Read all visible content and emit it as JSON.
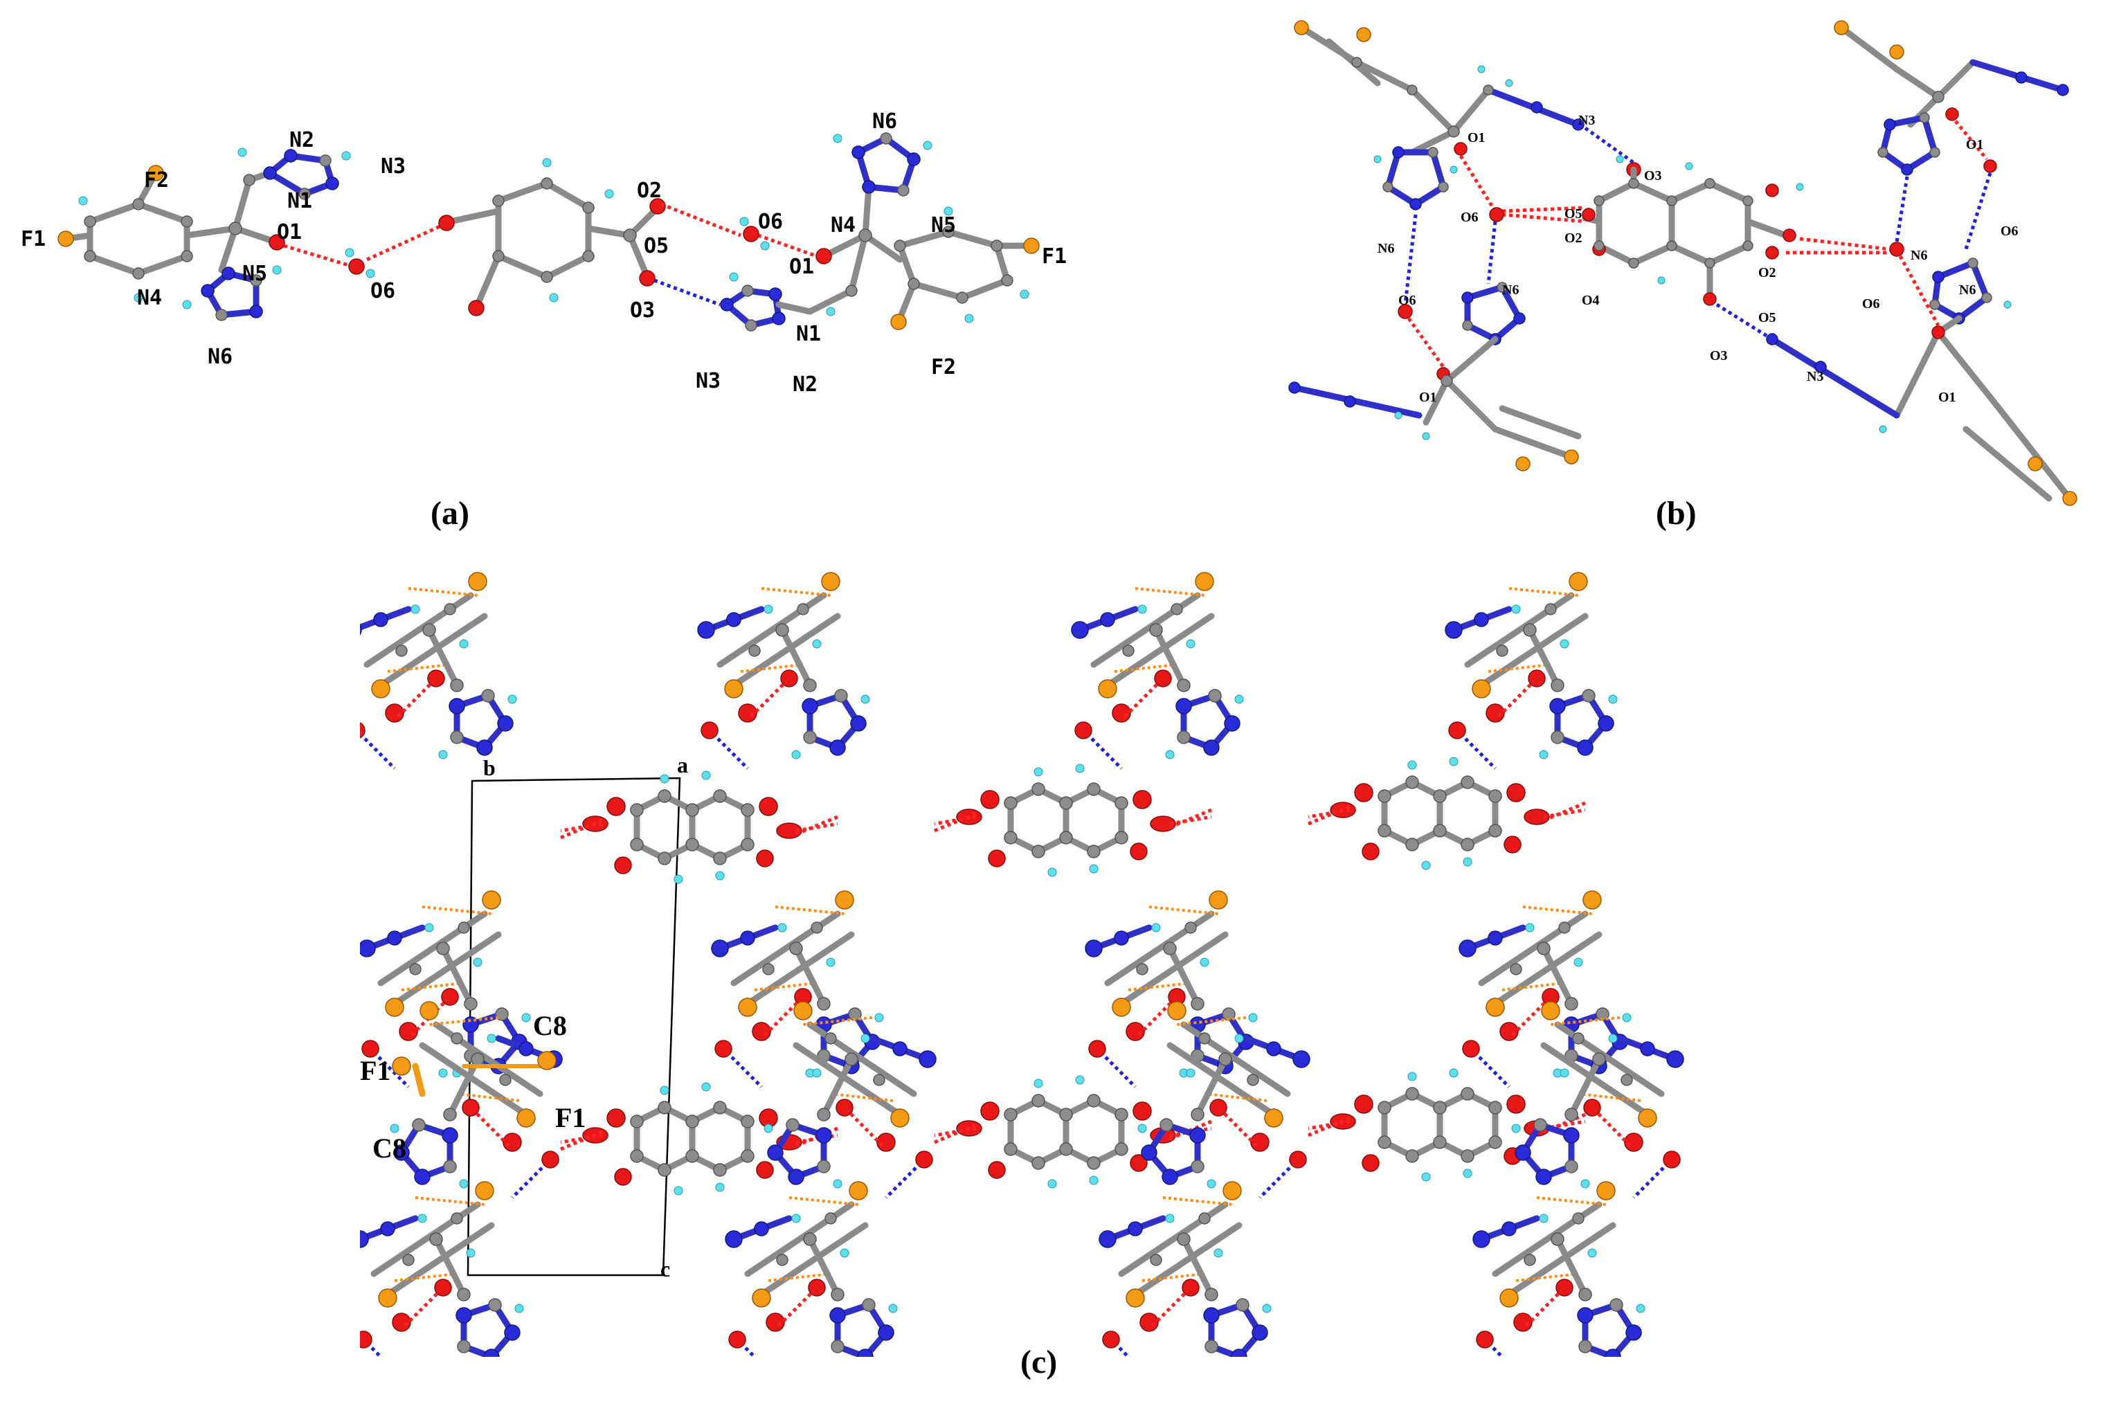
{
  "captions": {
    "a": "(a)",
    "b": "(b)",
    "c": "(c)"
  },
  "panel_a": {
    "labels": {
      "f1_left": "F1",
      "f2_left": "F2",
      "n2_left": "N2",
      "n3_left": "N3",
      "n1_left": "N1",
      "o1_left": "O1",
      "n4_left": "N4",
      "n5_left": "N5",
      "n6_left": "N6",
      "o6_left": "O6",
      "o5": "O5",
      "o2": "O2",
      "o3": "O3",
      "o6_right": "O6",
      "n6_right": "N6",
      "n4_right": "N4",
      "n5_right": "N5",
      "o1_right": "O1",
      "f1_right": "F1",
      "n1_right": "N1",
      "n3_right": "N3",
      "n2_right": "N2",
      "f2_right": "F2"
    }
  },
  "panel_b": {
    "labels": {
      "o1_tl": "O1",
      "n3_top": "N3",
      "o3_top": "O3",
      "o6_tl": "O6",
      "o5_top": "O5",
      "o2_top": "O2",
      "n6_tl": "N6",
      "n6_mid": "N6",
      "o6_bl": "O6",
      "o4": "O4",
      "o1_bl": "O1",
      "o1_tr": "O1",
      "n6_tr": "N6",
      "o6_tr": "O6",
      "n6_r": "N6",
      "o2_bot": "O2",
      "o5_bot": "O5",
      "o6_bot": "O6",
      "o3_bot": "O3",
      "n3_bot": "N3",
      "o1_br": "O1"
    }
  },
  "panel_c": {
    "axis_labels": {
      "a": "a",
      "b": "b",
      "c": "c"
    },
    "labels": {
      "c8_top": "C8",
      "f1_left": "F1",
      "f1_right": "F1",
      "c8_bot": "C8"
    }
  },
  "colors": {
    "carbon": "#8c8c8c",
    "nitrogen": "#2a2ad8",
    "oxygen": "#e81818",
    "fluorine": "#f59a14",
    "hydrogen": "#5ce0ee",
    "hbond_o": "#ff2020",
    "hbond_n": "#2020e0",
    "cf_contact": "#ff8c10"
  }
}
